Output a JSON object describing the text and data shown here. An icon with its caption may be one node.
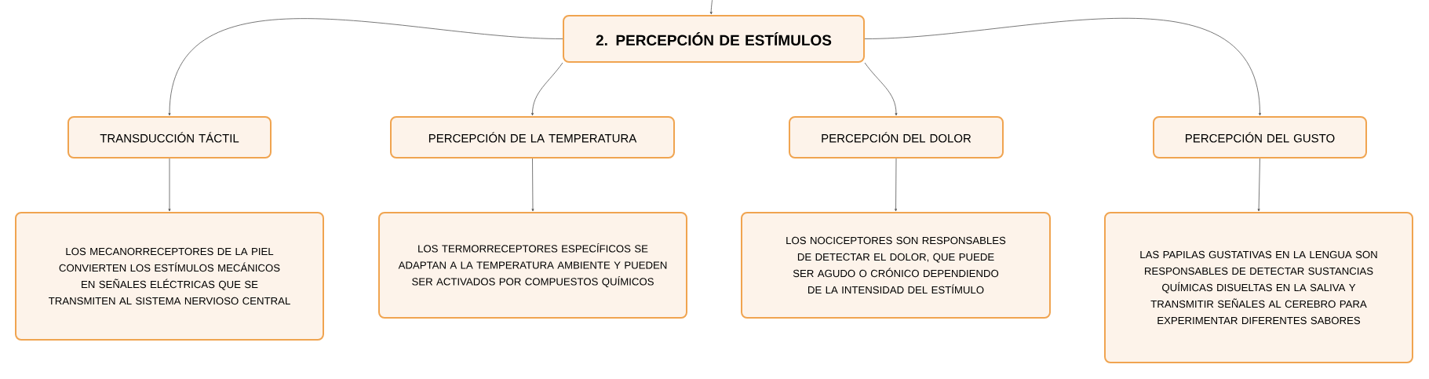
{
  "diagram": {
    "nodes": [
      {
        "text": [
          "2. PERCEPCIÓN DE ESTÍMULOS"
        ]
      },
      {
        "text": [
          "TRANSDUCCIÓN TÁCTIL"
        ]
      },
      {
        "text": [
          "PERCEPCIÓN DE LA TEMPERATURA"
        ]
      },
      {
        "text": [
          "PERCEPCIÓN DEL DOLOR"
        ]
      },
      {
        "text": [
          "PERCEPCIÓN DEL GUSTO"
        ]
      },
      {
        "text": [
          "LOS MECANORRECEPTORES DE LA PIEL CONVIERTEN LOS ESTÍMULOS MECÁNICOS EN SEÑALES ELÉCTRICAS QUE SE TRANSMITEN AL SISTEMA NERVIOSO CENTRAL"
        ]
      },
      {
        "text": [
          "LOS TERMORRECEPTORES ESPECÍFICOS SE ADAPTAN A LA TEMPERATURA AMBIENTE Y PUEDEN SER ACTIVADOS POR COMPUESTOS QUÍMICOS"
        ]
      },
      {
        "text": [
          "LOS NOCICEPTORES SON RESPONSABLES DE DETECTAR EL DOLOR, QUE PUEDE SER AGUDO O CRÓNICO DEPENDIENDO DE LA INTENSIDAD DEL ESTÍMULO"
        ]
      },
      {
        "text": [
          "LAS PAPILAS GUSTATIVAS EN LA LENGUA SON RESPONSABLES DE DETECTAR SUSTANCIAS QUÍMICAS DISUELTAS EN LA SALIVA Y TRANSMITIR SEÑALES AL CEREBRO PARA EXPERIMENTAR DIFERENTES SABORES"
        ]
      }
    ],
    "edges": [
      {
        "from": null,
        "to": 0,
        "arrow": "to"
      },
      {
        "from": 0,
        "to": 1,
        "arrow": "to"
      },
      {
        "from": 0,
        "to": 2,
        "arrow": "to"
      },
      {
        "from": 0,
        "to": 3,
        "arrow": "to"
      },
      {
        "from": 0,
        "to": 4,
        "arrow": "to"
      },
      {
        "from": 1,
        "to": 5,
        "arrow": "to"
      },
      {
        "from": 2,
        "to": 6,
        "arrow": "to"
      },
      {
        "from": 3,
        "to": 7,
        "arrow": "to"
      },
      {
        "from": 4,
        "to": 8,
        "arrow": "to"
      }
    ]
  }
}
